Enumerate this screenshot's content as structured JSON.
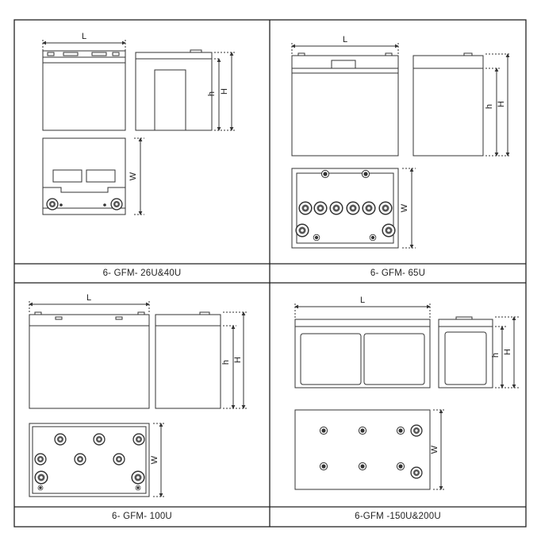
{
  "panels": [
    {
      "caption": "6- GFM- 26U&40U"
    },
    {
      "caption": "6- GFM- 65U"
    },
    {
      "caption": "6- GFM- 100U"
    },
    {
      "caption": "6-GFM -150U&200U"
    }
  ],
  "dimension_labels": {
    "length": "L",
    "height_total": "H",
    "height_case": "h",
    "width": "W"
  },
  "colors": {
    "frame": "#222222",
    "line": "#333333",
    "dash": "#555555"
  }
}
